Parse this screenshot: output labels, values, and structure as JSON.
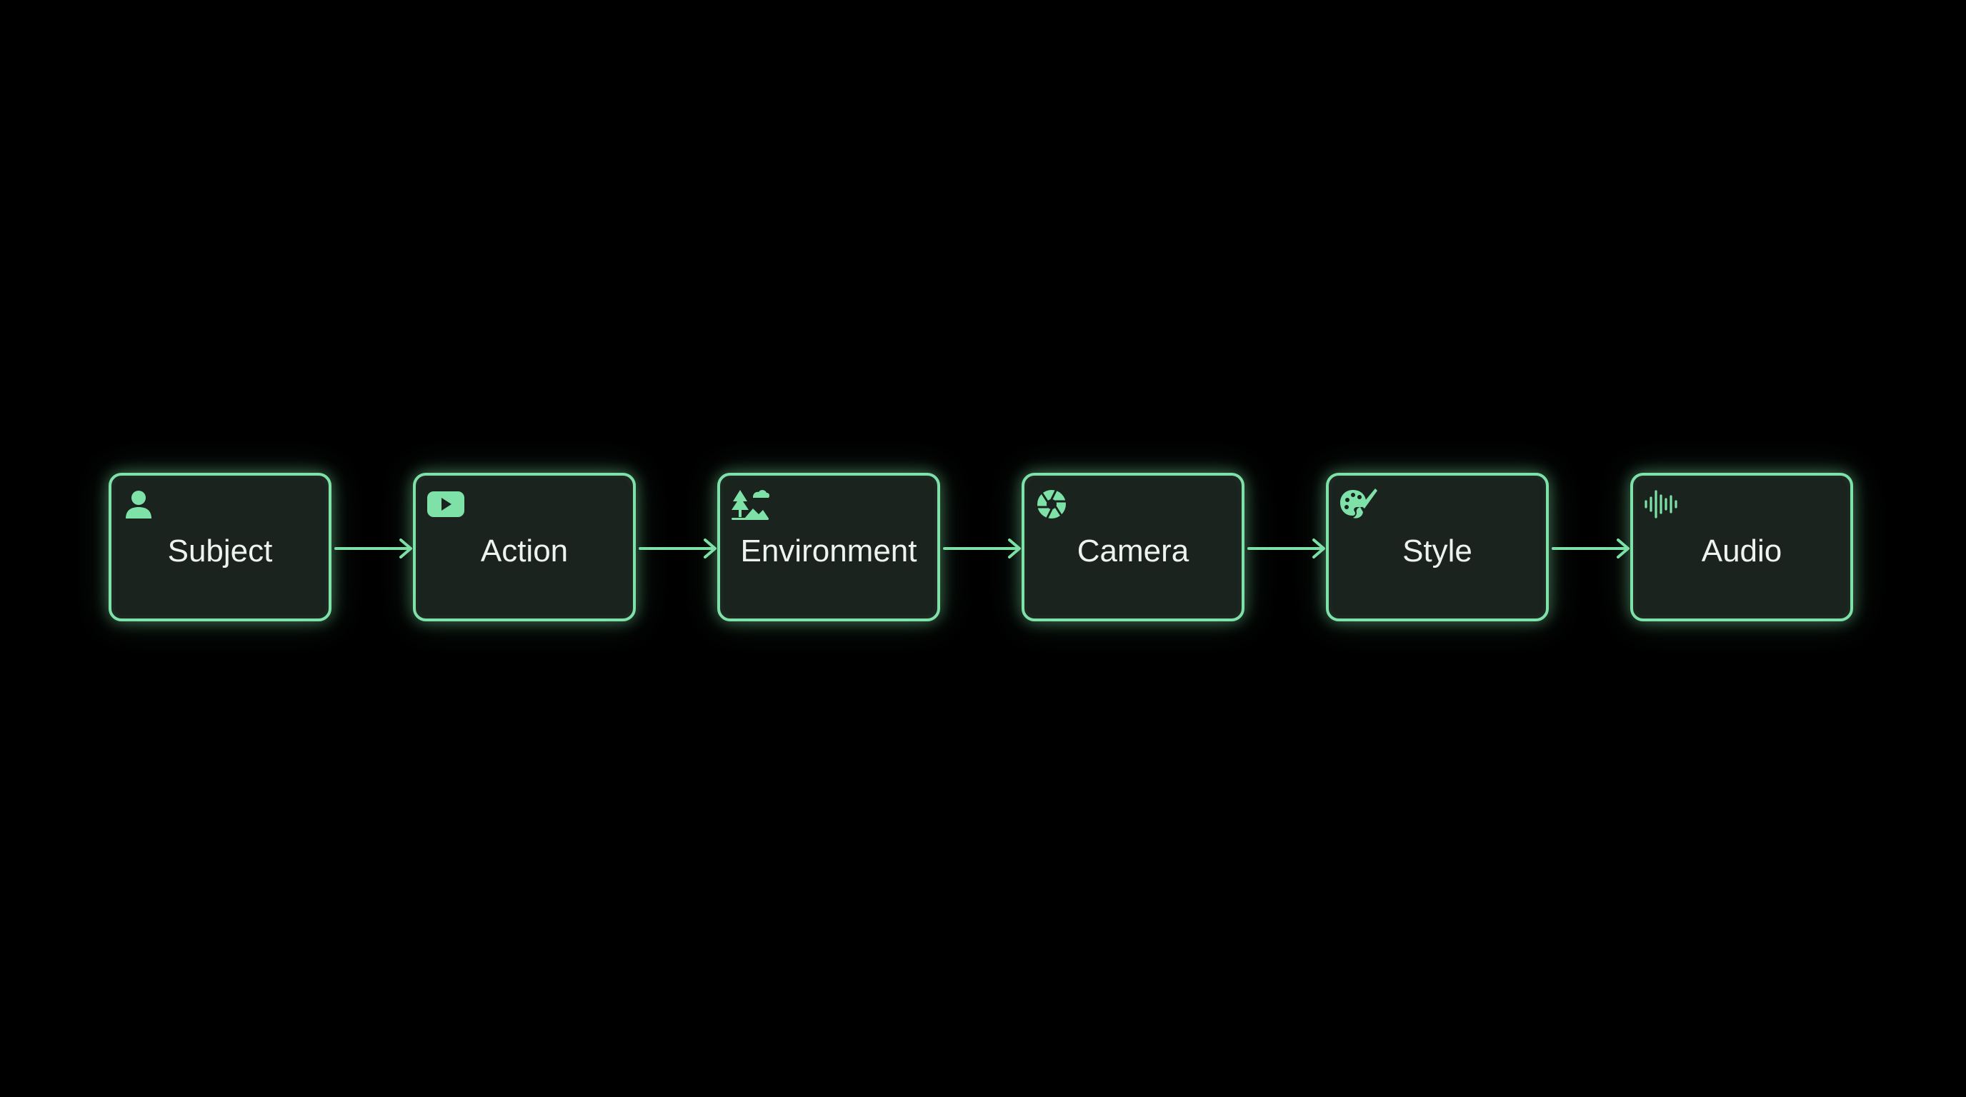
{
  "accent_color": "#7ee2a8",
  "node_fill_color": "#1a231e",
  "background_color": "#000000",
  "steps": [
    {
      "label": "Subject",
      "icon": "person-icon"
    },
    {
      "label": "Action",
      "icon": "play-icon"
    },
    {
      "label": "Environment",
      "icon": "landscape-icon"
    },
    {
      "label": "Camera",
      "icon": "aperture-icon"
    },
    {
      "label": "Style",
      "icon": "palette-brush-icon"
    },
    {
      "label": "Audio",
      "icon": "waveform-icon"
    }
  ]
}
